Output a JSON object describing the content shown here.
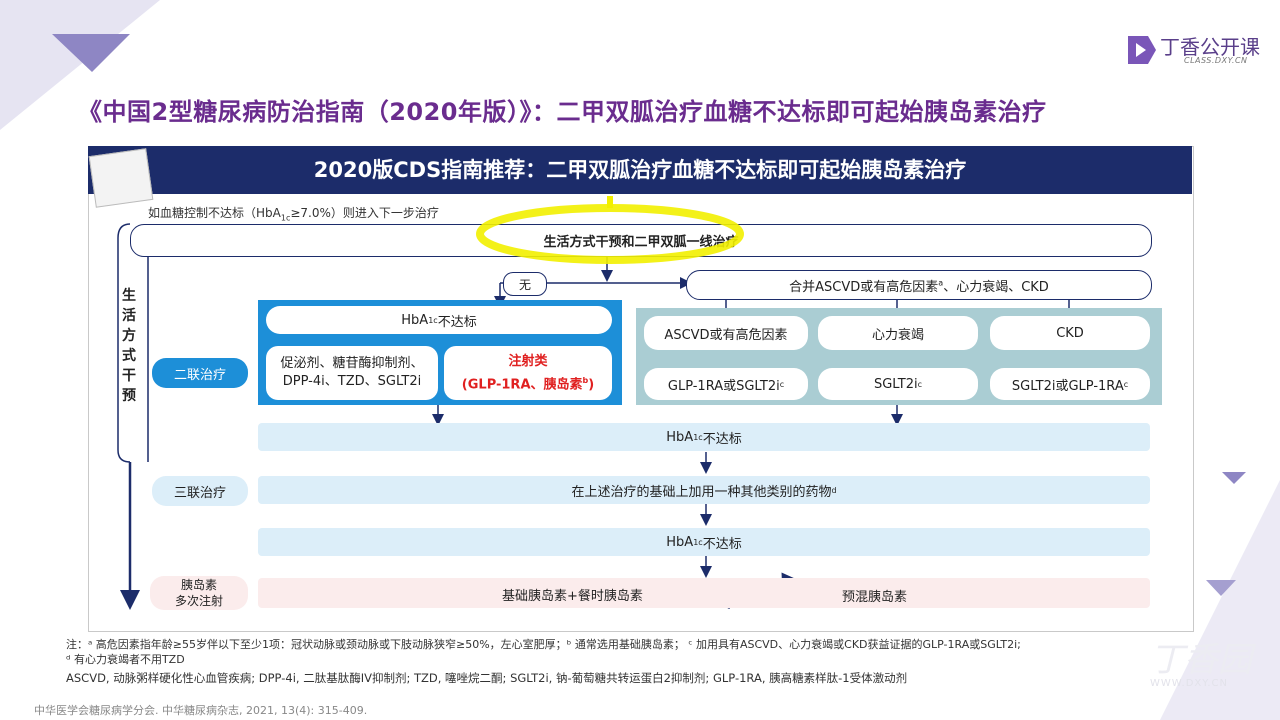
{
  "slide": {
    "title": "《中国2型糖尿病防治指南（2020年版）》：二甲双胍治疗血糖不达标即可起始胰岛素治疗",
    "logo_text": "丁香公开课",
    "logo_sub": "CLASS.DXY.CN",
    "watermark_text": "丁香园",
    "watermark_sub": "WWW.DXY.CN"
  },
  "diagram": {
    "banner": "2020版CDS指南推荐：二甲双胍治疗血糖不达标即可起始胰岛素治疗",
    "top_note_prefix": "如血糖控制不达标（HbA",
    "top_note_sub": "1c",
    "top_note_suffix": "≥7.0%）则进入下一步治疗",
    "first_line": "生活方式干预和二甲双胍一线治疗",
    "side_lifestyle": "生活方式干预",
    "no_label": "无",
    "with_label_main": "合并ASCVD或有高危因素",
    "with_label_sup": "a",
    "with_label_rest": "、心力衰竭、CKD",
    "hba1c_main": "HbA",
    "hba1c_sub": "1c",
    "hba1c_suffix": "不达标",
    "dual_label": "二联治疗",
    "triple_label": "三联治疗",
    "insulin_label_1": "胰岛素",
    "insulin_label_2": "多次注射",
    "oral_options": "促泌剂、糖苷酶抑制剂、DPP-4i、TZD、SGLT2i",
    "inject_title": "注射类",
    "inject_detail_main": "(GLP-1RA、胰岛素",
    "inject_detail_sup": "b",
    "inject_detail_end": ")",
    "ascvd_title": "ASCVD或有高危因素",
    "hf_title": "心力衰竭",
    "ckd_title": "CKD",
    "ascvd_drug_main": "GLP-1RA或SGLT2i",
    "ascvd_drug_sup": "c",
    "hf_drug_main": "SGLT2i",
    "hf_drug_sup": "c",
    "ckd_drug_main": "SGLT2i或GLP-1RA",
    "ckd_drug_sup": "c",
    "triple_desc_main": "在上述治疗的基础上加用一种其他类别的药物",
    "triple_desc_sup": "d",
    "basal_bolus": "基础胰岛素+餐时胰岛素",
    "premix": "预混胰岛素"
  },
  "notes": {
    "line1": "注：ᵃ 高危因素指年龄≥55岁伴以下至少1项：冠状动脉或颈动脉或下肢动脉狭窄≥50%，左心室肥厚；ᵇ 通常选用基础胰岛素；  ᶜ 加用具有ASCVD、心力衰竭或CKD获益证据的GLP-1RA或SGLT2i;",
    "line2": "ᵈ 有心力衰竭者不用TZD",
    "line3": "ASCVD, 动脉粥样硬化性心血管疾病; DPP-4i, 二肽基肽酶IV抑制剂; TZD, 噻唑烷二酮; SGLT2i, 钠-葡萄糖共转运蛋白2抑制剂; GLP-1RA, 胰高糖素样肽-1受体激动剂",
    "reference": "中华医学会糖尿病学分会. 中华糖尿病杂志, 2021, 13(4): 315-409."
  },
  "colors": {
    "title": "#6a2c8e",
    "banner": "#1c2c6a",
    "blue_region": "#1d8fd8",
    "teal_region": "#aacdd3",
    "highlight": "#f2ef00",
    "red": "#e02020"
  }
}
